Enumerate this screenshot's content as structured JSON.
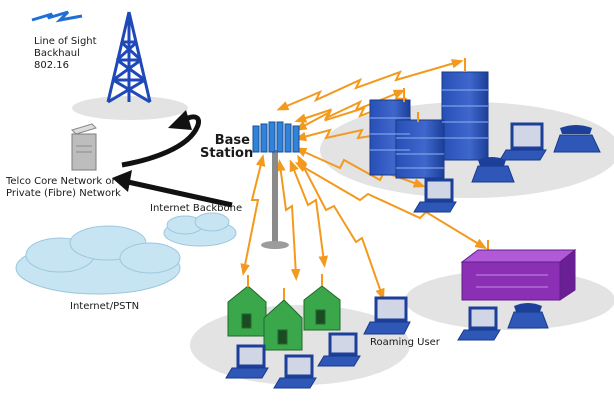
{
  "labels": {
    "los_backhaul": "Line of Sight\nBackhaul\n802.16",
    "base_station": "Base\nStation",
    "telco_core": "Telco Core Network or\nPrivate (Fibre) Network",
    "internet_backbone": "Internet Backbone",
    "internet_pstn": "Internet/PSTN",
    "roaming_user": "Roaming User"
  },
  "colors": {
    "wireless_link": "#f39a1e",
    "tower": "#1f49b8",
    "office_buildings": "#2f57b8",
    "houses": "#3aa84a",
    "purple_building": "#8b2fb5",
    "cloud": "#c7e4f3",
    "arrows": "#111111",
    "server": "#bdbdbd",
    "ground_shadow": "#e2e2e2"
  }
}
